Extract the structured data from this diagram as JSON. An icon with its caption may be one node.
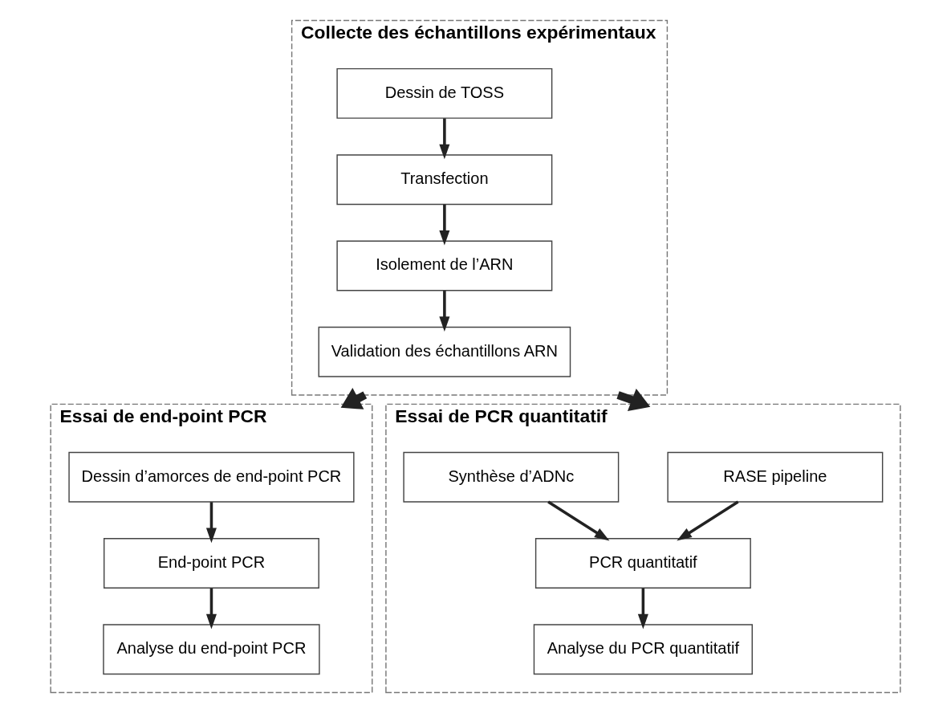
{
  "diagram": {
    "nodes": [
      {
        "text": [
          "Collecte des échantillons expérimentaux"
        ]
      },
      {
        "text": [
          "Dessin de TOSS"
        ],
        "in": 0
      },
      {
        "text": [
          "Transfection"
        ],
        "in": 0
      },
      {
        "text": [
          "Isolement de l’ARN"
        ],
        "in": 0
      },
      {
        "text": [
          "Validation des échantillons ARN"
        ],
        "in": 0
      },
      {
        "text": [
          "Essai de end-point PCR"
        ]
      },
      {
        "text": [
          "Dessin d’amorces de end-point PCR"
        ],
        "in": 5
      },
      {
        "text": [
          "End-point PCR"
        ],
        "in": 5
      },
      {
        "text": [
          "Analyse du end-point PCR"
        ],
        "in": 5
      },
      {
        "text": [
          "Essai de PCR quantitatif"
        ]
      },
      {
        "text": [
          "RASE pipeline"
        ],
        "in": 9
      },
      {
        "text": [
          "Synthèse d’ADNc"
        ],
        "in": 9
      },
      {
        "text": [
          "PCR quantitatif"
        ],
        "in": 9
      },
      {
        "text": [
          "Analyse du PCR quantitatif"
        ],
        "in": 9
      }
    ],
    "edges": [
      {
        "from": 1,
        "to": 2,
        "arrow": "to"
      },
      {
        "from": 2,
        "to": 3,
        "arrow": "to"
      },
      {
        "from": 3,
        "to": 4,
        "arrow": "to"
      },
      {
        "from": 0,
        "to": 5,
        "arrow": "to",
        "style": "thick"
      },
      {
        "from": 0,
        "to": 9,
        "arrow": "to",
        "style": "thick"
      },
      {
        "from": 6,
        "to": 7,
        "arrow": "to"
      },
      {
        "from": 7,
        "to": 8,
        "arrow": "to"
      },
      {
        "from": 10,
        "to": 12,
        "arrow": "to"
      },
      {
        "from": 11,
        "to": 12,
        "arrow": "to"
      },
      {
        "from": 12,
        "to": 13,
        "arrow": "to"
      }
    ]
  }
}
